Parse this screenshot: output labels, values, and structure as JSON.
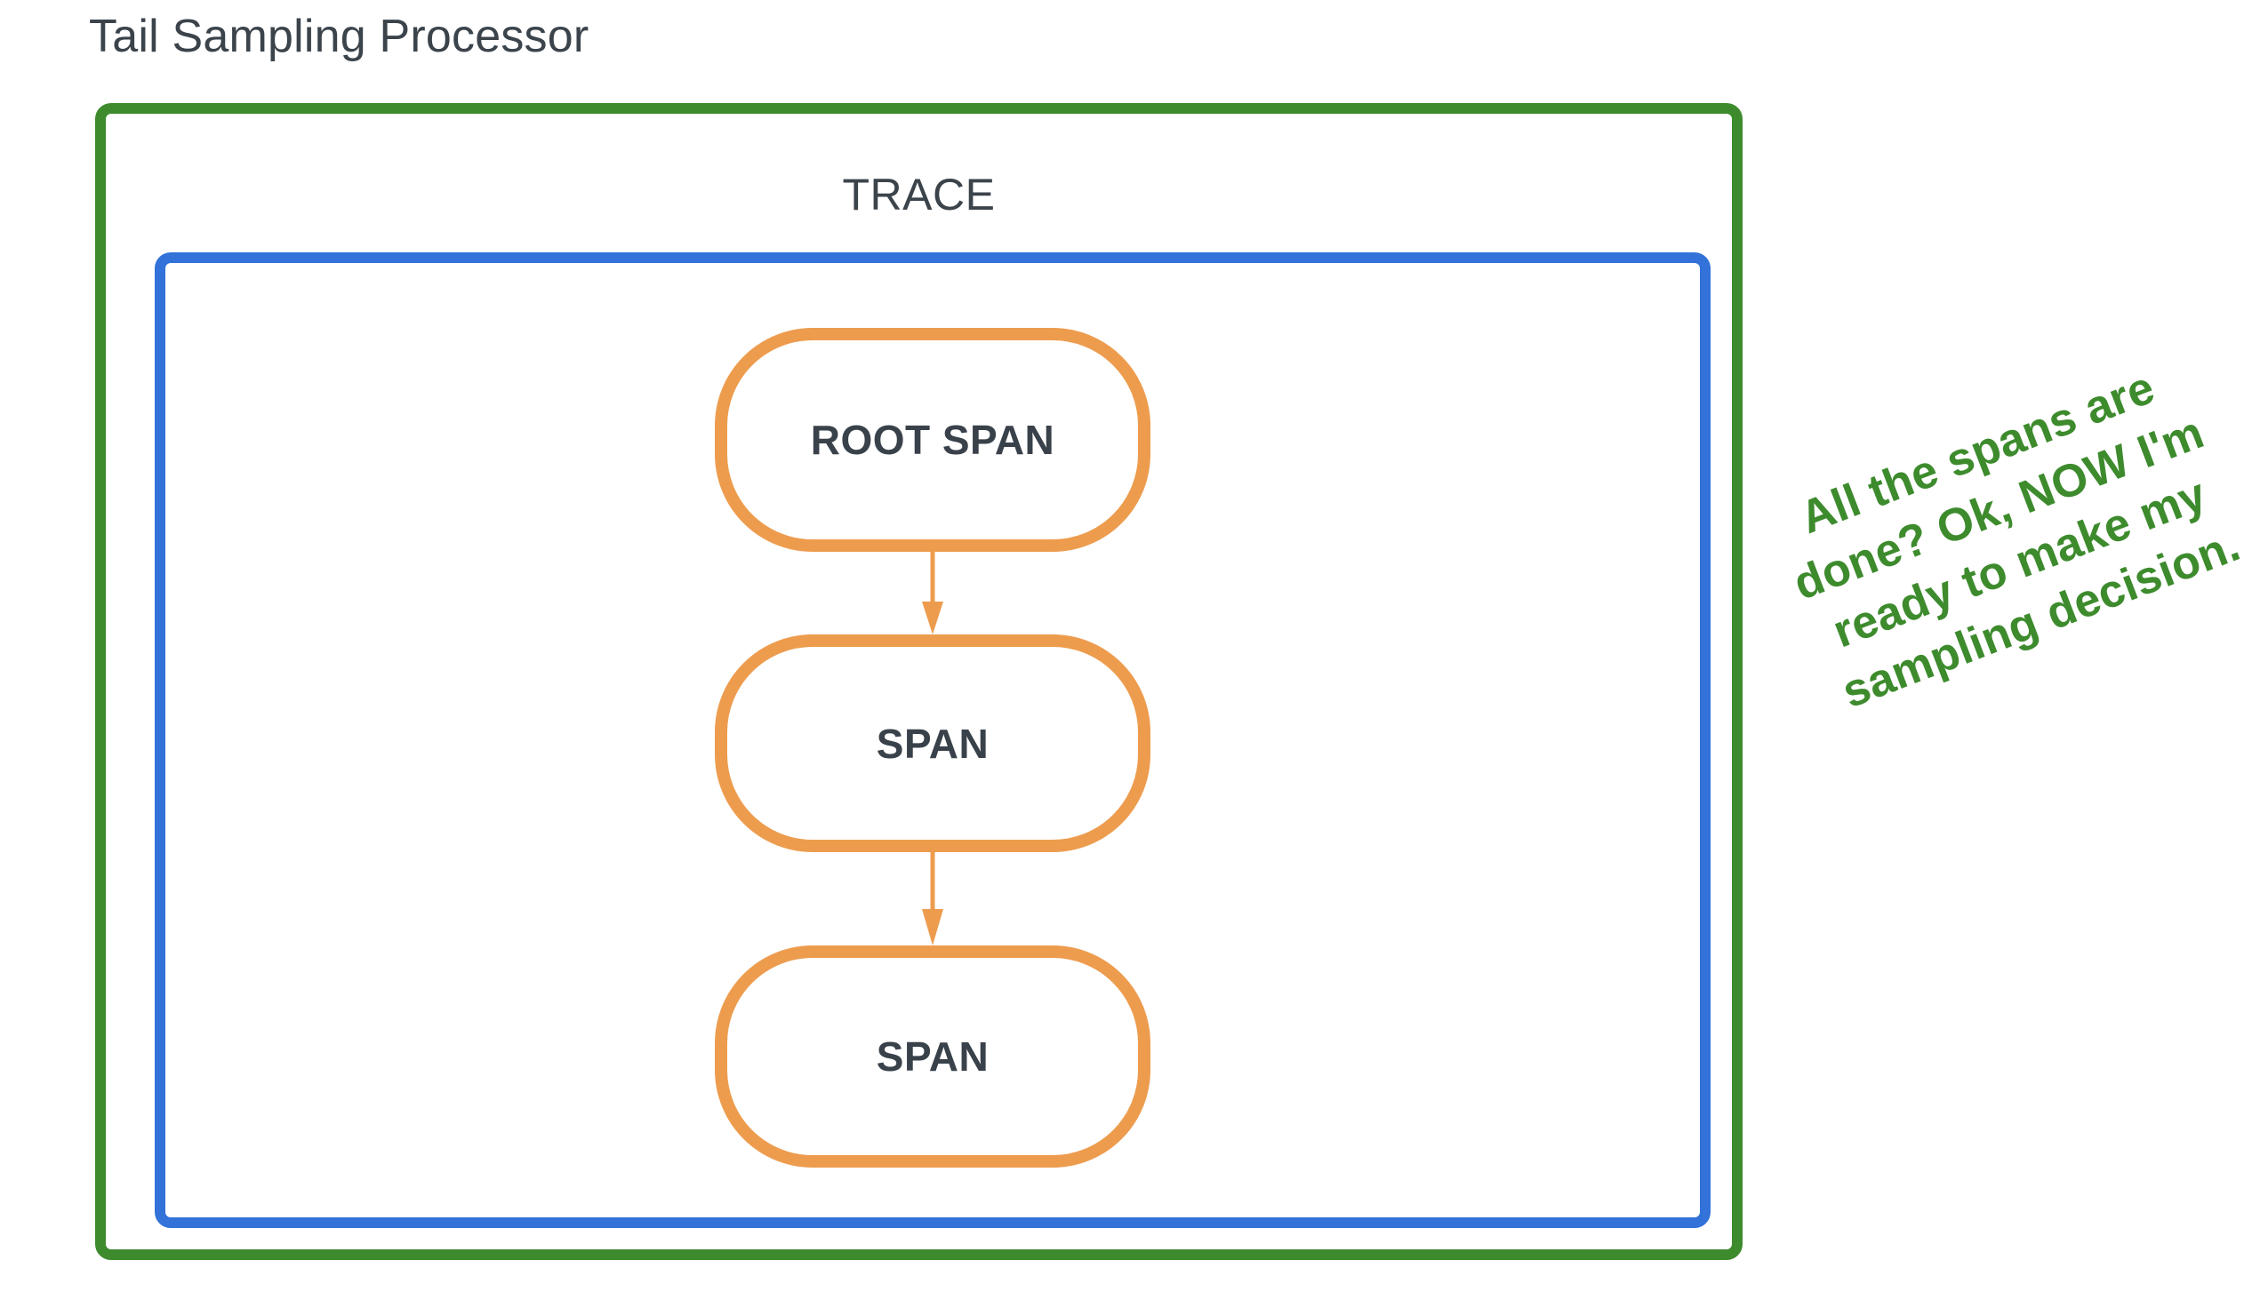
{
  "diagram": {
    "type": "diagram",
    "title": "Tail Sampling Processor",
    "background": "#ffffff"
  },
  "processor": {
    "label": "Tail Sampling Processor",
    "border_color": "#3d8b2d"
  },
  "trace": {
    "label": "TRACE",
    "border_color": "#3272d9"
  },
  "spans": {
    "border_color": "#ed9c4e",
    "text_color": "#39414a",
    "nodes": [
      {
        "label": "ROOT SPAN",
        "name": "root-span"
      },
      {
        "label": "SPAN",
        "name": "child-span-1"
      },
      {
        "label": "SPAN",
        "name": "child-span-2"
      }
    ],
    "connectors": [
      {
        "from": "ROOT SPAN",
        "to": "SPAN",
        "arrow": "down-arrow-icon"
      },
      {
        "from": "SPAN",
        "to": "SPAN",
        "arrow": "down-arrow-icon"
      }
    ]
  },
  "annotation": {
    "text": "All the spans are done? Ok, NOW I'm ready to make my sampling decision.",
    "color": "#3d8b2d",
    "rotation_deg": -21
  }
}
